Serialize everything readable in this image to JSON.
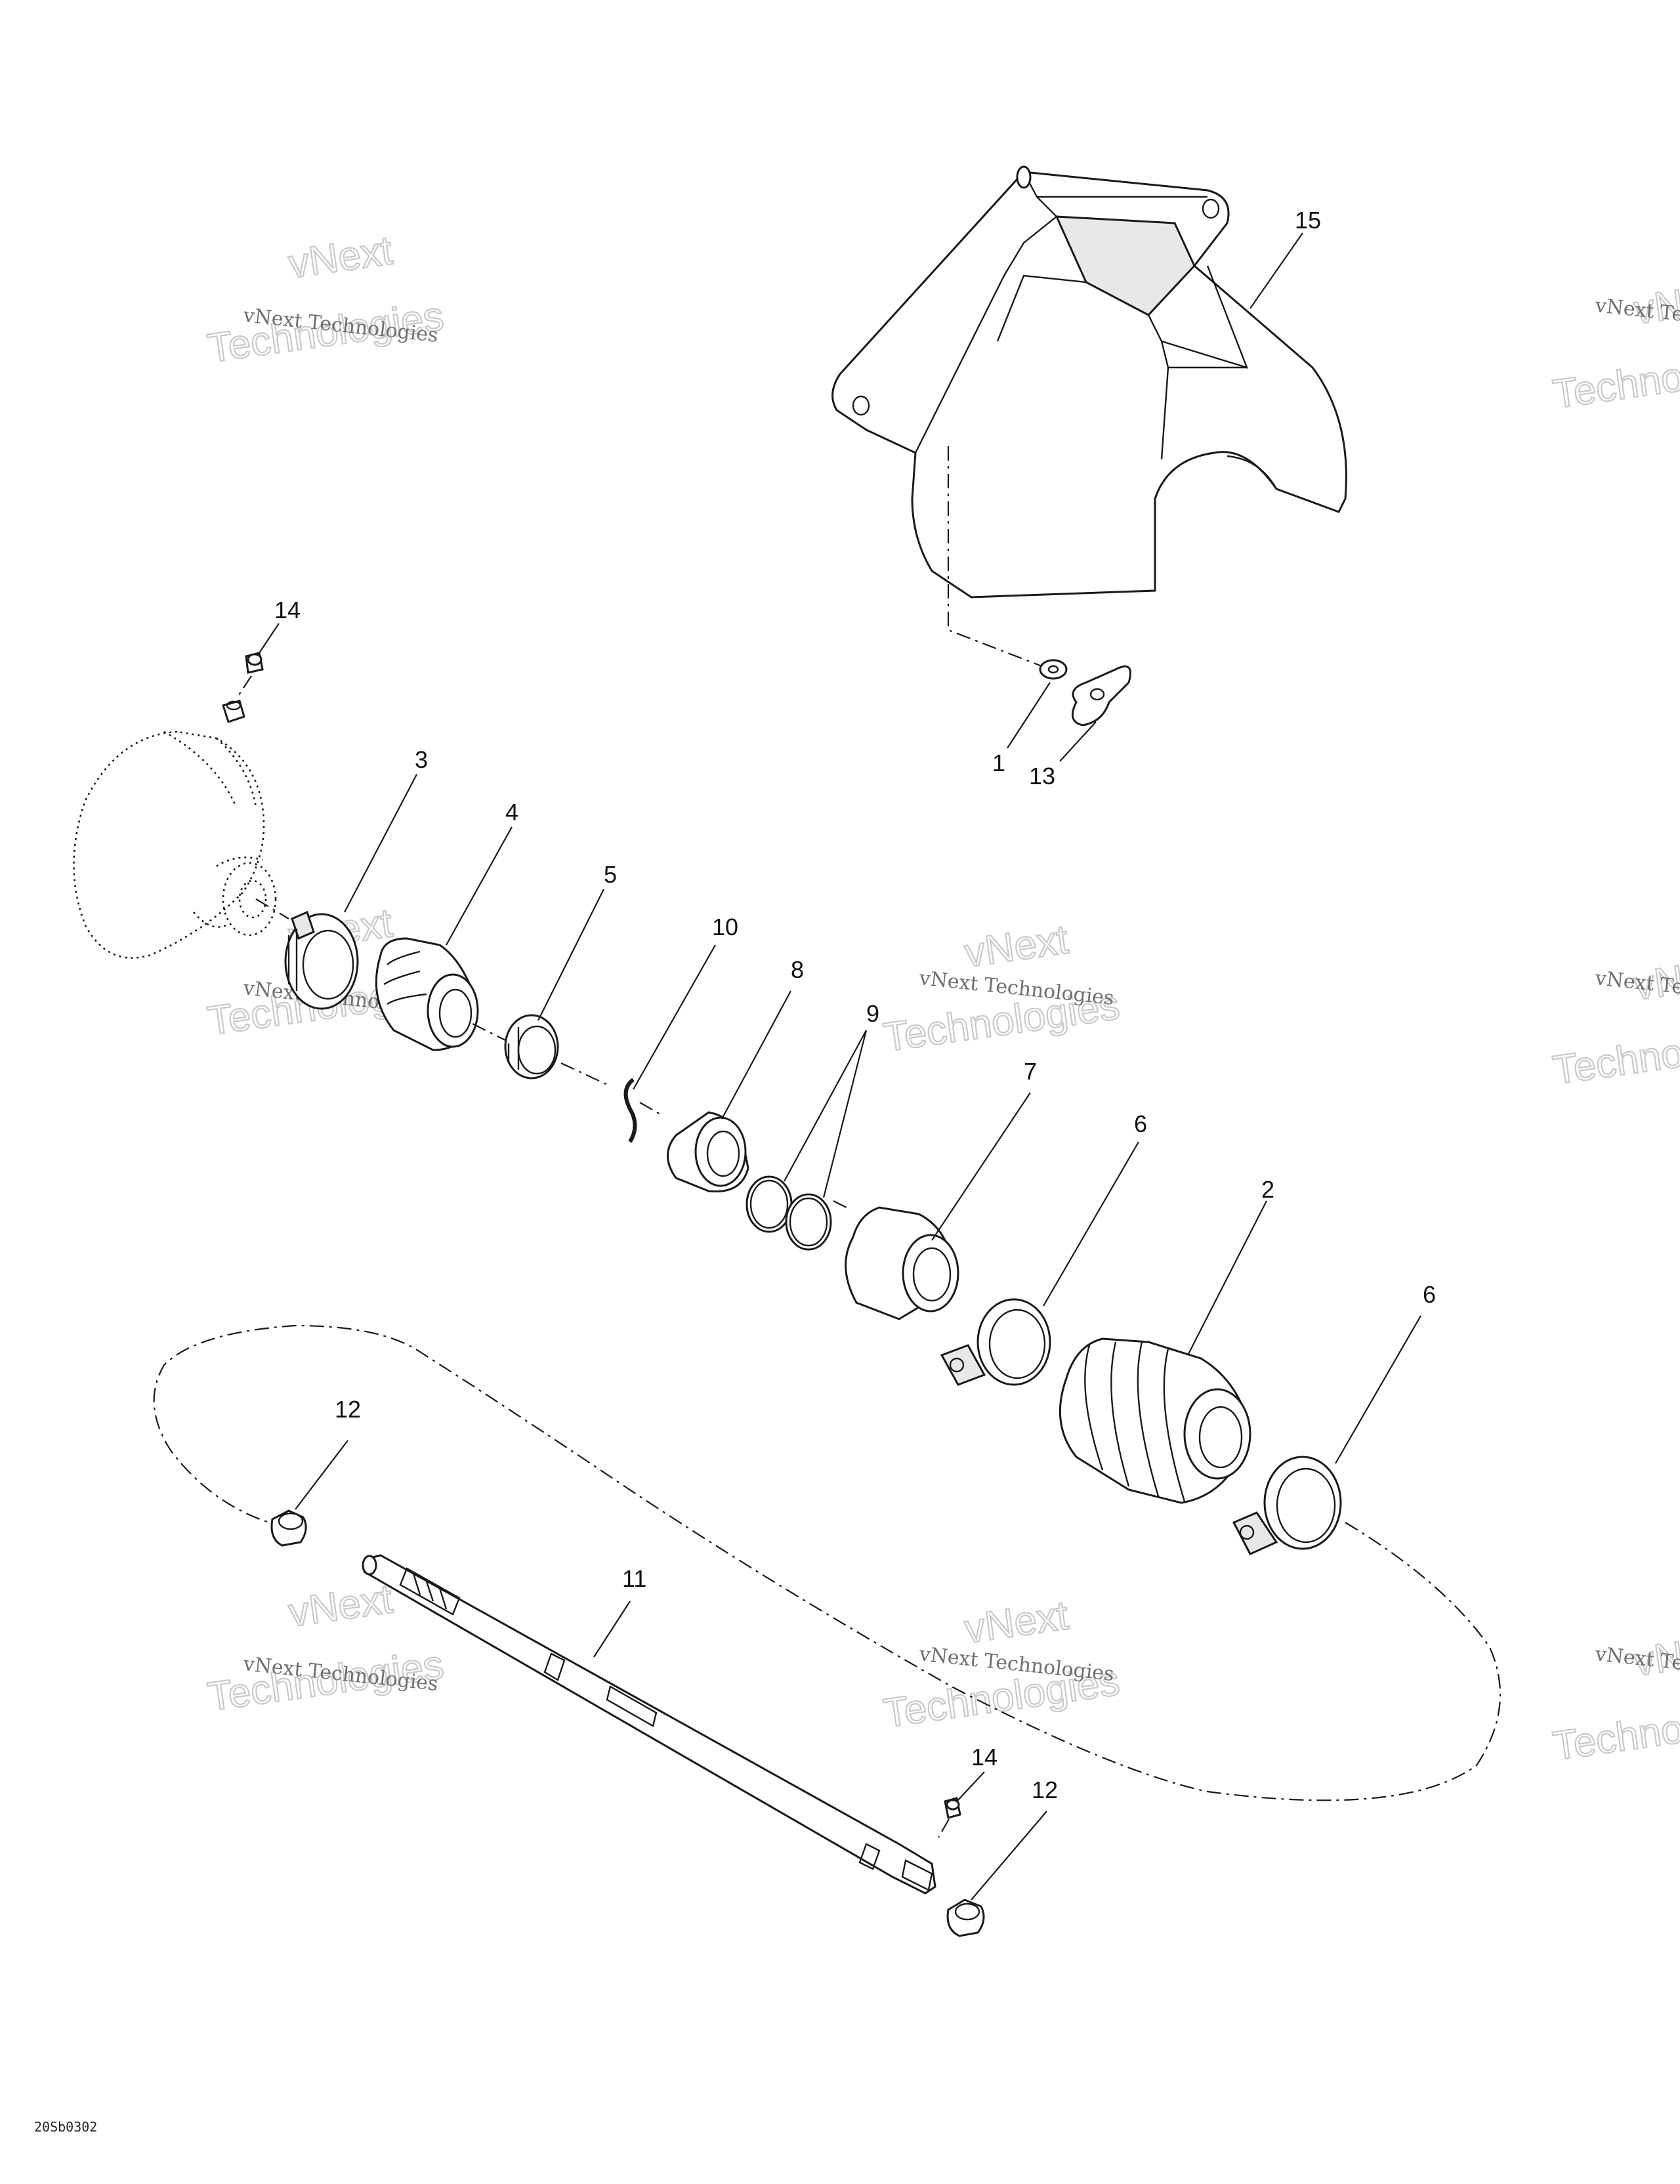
{
  "watermark": {
    "line1": "vNext Technologies",
    "line2": "vNext",
    "line3": "Technologies"
  },
  "callouts": {
    "c1": "1",
    "c2": "2",
    "c3": "3",
    "c4": "4",
    "c5": "5",
    "c6a": "6",
    "c6b": "6",
    "c7": "7",
    "c8": "8",
    "c9": "9",
    "c10": "10",
    "c11": "11",
    "c12a": "12",
    "c12b": "12",
    "c13": "13",
    "c14a": "14",
    "c14b": "14",
    "c15": "15"
  },
  "drawing_code": "20Sb0302"
}
